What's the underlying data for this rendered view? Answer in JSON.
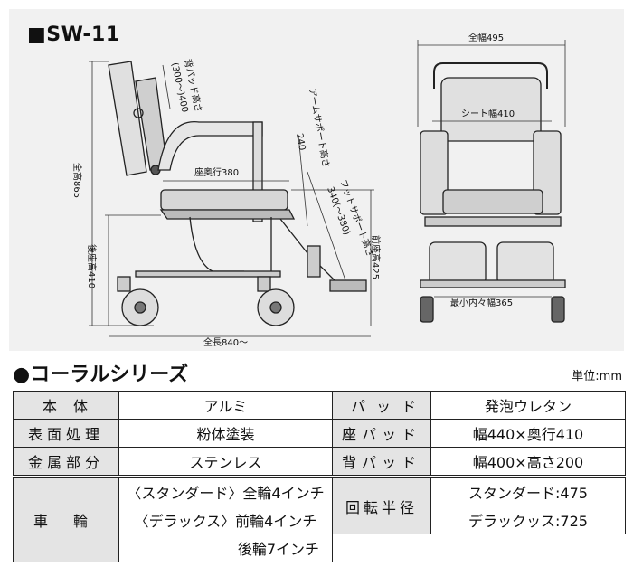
{
  "header": {
    "model": "■SW-11"
  },
  "diagram": {
    "side_labels": {
      "back_height": "背パッド高さ",
      "back_height_value": "(300～)400",
      "arm_height": "アームサポート高さ",
      "arm_height_value": "240",
      "seat_depth": "座奥行380",
      "foot_height": "フットサポート高さ",
      "foot_height_value": "340(～380)",
      "total_height": "全高865",
      "rear_seat_height": "後座高410",
      "front_seat_height": "前座高425",
      "total_length": "全長840～"
    },
    "front_labels": {
      "total_width": "全幅495",
      "seat_width": "シート幅410",
      "min_inner_width": "最小内々幅365"
    }
  },
  "series": {
    "title": "●コーラルシリーズ",
    "unit": "単位:mm"
  },
  "spec_table": {
    "row1": {
      "label1": "本体",
      "value1": "アルミ",
      "label2": "パッド",
      "value2": "発泡ウレタン"
    },
    "row2": {
      "label1": "表面処理",
      "value1": "粉体塗装",
      "label2": "座パッド",
      "value2": "幅440×奥行410"
    },
    "row3": {
      "label1": "金属部分",
      "value1": "ステンレス",
      "label2": "背パッド",
      "value2": "幅400×高さ200"
    }
  },
  "wheel_table": {
    "label": "車輪",
    "standard": "〈スタンダード〉全輪4インチ",
    "deluxe": "〈デラックス〉前輪4インチ",
    "rear": "後輪7インチ",
    "radius_label": "回転半径",
    "radius_standard": "スタンダード:475",
    "radius_deluxe": "デラックッス:725"
  }
}
